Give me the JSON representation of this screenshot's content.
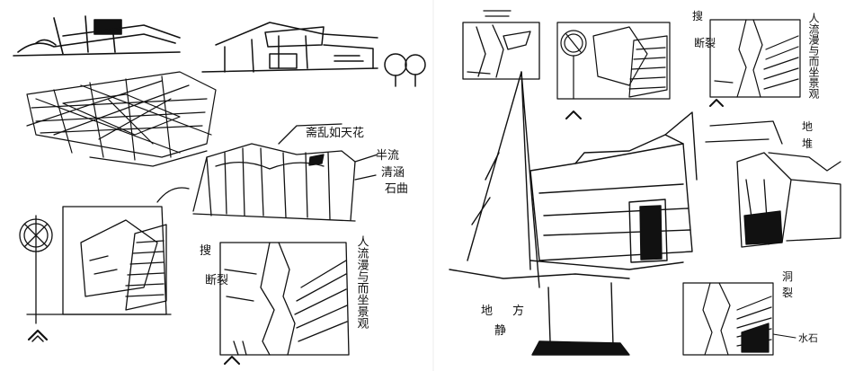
{
  "page": {
    "background": "#ffffff",
    "ink_color": "#111111"
  },
  "left_page": {
    "note_ceiling": "斋乱如天花",
    "note_wall_a": "半流",
    "note_wall_b": "清涵",
    "note_wall_c": "石曲",
    "plan_label_a": "搜",
    "plan_label_b": "断裂",
    "plan_vertical": "人流漫与而坐景观"
  },
  "right_page": {
    "plan_label_a": "搜",
    "plan_label_b": "断裂",
    "plan_vertical": "人流漫与而坐景观",
    "note_side_a": "地",
    "note_side_b": "堆",
    "note_bottom_left_a": "地",
    "note_bottom_left_b": "方",
    "note_bottom_left_c": "静",
    "note_bottom_right_a": "洞",
    "note_bottom_right_b": "裂",
    "note_water": "水石"
  }
}
